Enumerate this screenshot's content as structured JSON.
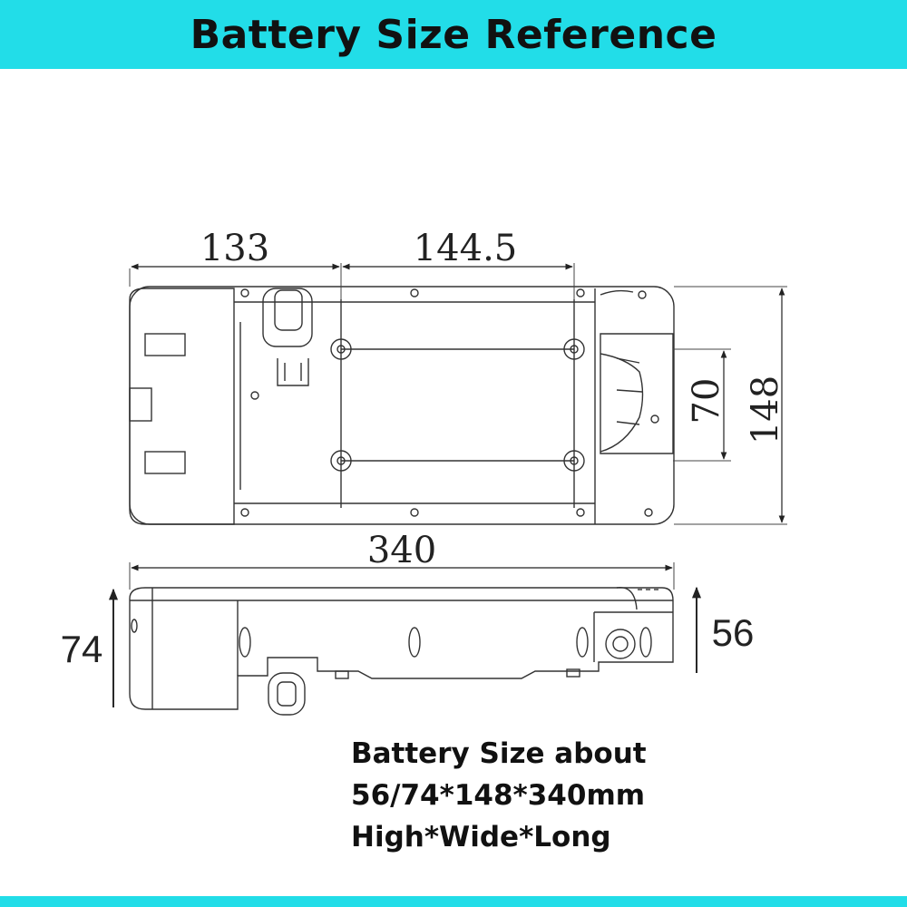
{
  "header": {
    "title": "Battery Size Reference"
  },
  "dimensions": {
    "mount_left": "133",
    "mount_right": "144.5",
    "inner_width": "70",
    "width": "148",
    "length": "340",
    "height_max": "74",
    "height_min": "56"
  },
  "spec": {
    "line1": "Battery Size about",
    "line2": "56/74*148*340mm",
    "line3": "High*Wide*Long"
  },
  "colors": {
    "accent": "#22dde8",
    "line": "#333333"
  }
}
